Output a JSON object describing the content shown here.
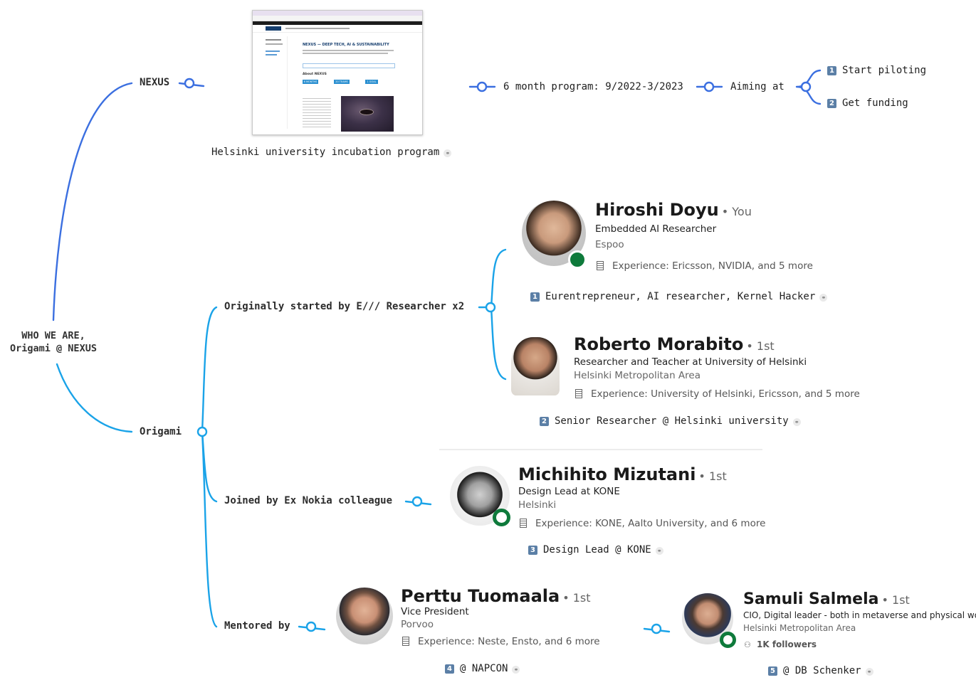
{
  "root": {
    "line1": "WHO WE ARE,",
    "line2": "Origami @ NEXUS"
  },
  "nexus": {
    "label": "NEXUS",
    "screenshot_caption": "Helsinki university incubation program",
    "program": "6 month program: 9/2022-3/2023",
    "aiming": "Aiming at",
    "goals": [
      {
        "num": "1",
        "text": "Start piloting"
      },
      {
        "num": "2",
        "text": "Get funding"
      }
    ],
    "browser": {
      "page_heading": "NEXUS — DEEP TECH, AI & SUSTAINABILITY",
      "about_heading": "About NEXUS",
      "badges": [
        "6 MONTHS",
        "20 TEAMS",
        "1 GOAL"
      ]
    }
  },
  "origami": {
    "label": "Origami",
    "started": "Originally started by E/// Researcher x2",
    "joined": "Joined by Ex Nokia colleague",
    "mentored": "Mentored by"
  },
  "people": [
    {
      "name": "Hiroshi Doyu",
      "degree": "• You",
      "title": "Embedded AI Researcher",
      "location": "Espoo",
      "extra": "Experience: Ericsson, NVIDIA, and 5 more",
      "note_num": "1",
      "note": "Eurentrepreneur, AI researcher, Kernel Hacker"
    },
    {
      "name": "Roberto Morabito",
      "degree": "• 1st",
      "title": "Researcher and Teacher at University of Helsinki",
      "location": "Helsinki Metropolitan Area",
      "extra": "Experience: University of Helsinki, Ericsson, and 5 more",
      "note_num": "2",
      "note": "Senior Researcher @ Helsinki university"
    },
    {
      "name": "Michihito Mizutani",
      "degree": "• 1st",
      "title": "Design Lead at KONE",
      "location": "Helsinki",
      "extra": "Experience: KONE, Aalto University, and 6 more",
      "note_num": "3",
      "note": "Design Lead @ KONE"
    },
    {
      "name": "Perttu Tuomaala",
      "degree": "• 1st",
      "title": "Vice President",
      "location": "Porvoo",
      "extra": "Experience: Neste, Ensto, and 6 more",
      "note_num": "4",
      "note": "@ NAPCON"
    },
    {
      "name": "Samuli Salmela",
      "degree": "• 1st",
      "title": "CIO, Digital leader - both in metaverse and physical world.",
      "location": "Helsinki Metropolitan Area",
      "extra": "1K followers",
      "note_num": "5",
      "note": "@ DB Schenker"
    }
  ],
  "colors": {
    "nexus_branch": "#3b6fe0",
    "origami_branch": "#1aa3e8",
    "online": "#0e7a3b",
    "num_badge": "#5b7fa6"
  },
  "icons": [
    "link-icon",
    "building-icon",
    "people-icon",
    "node-circle-icon"
  ]
}
